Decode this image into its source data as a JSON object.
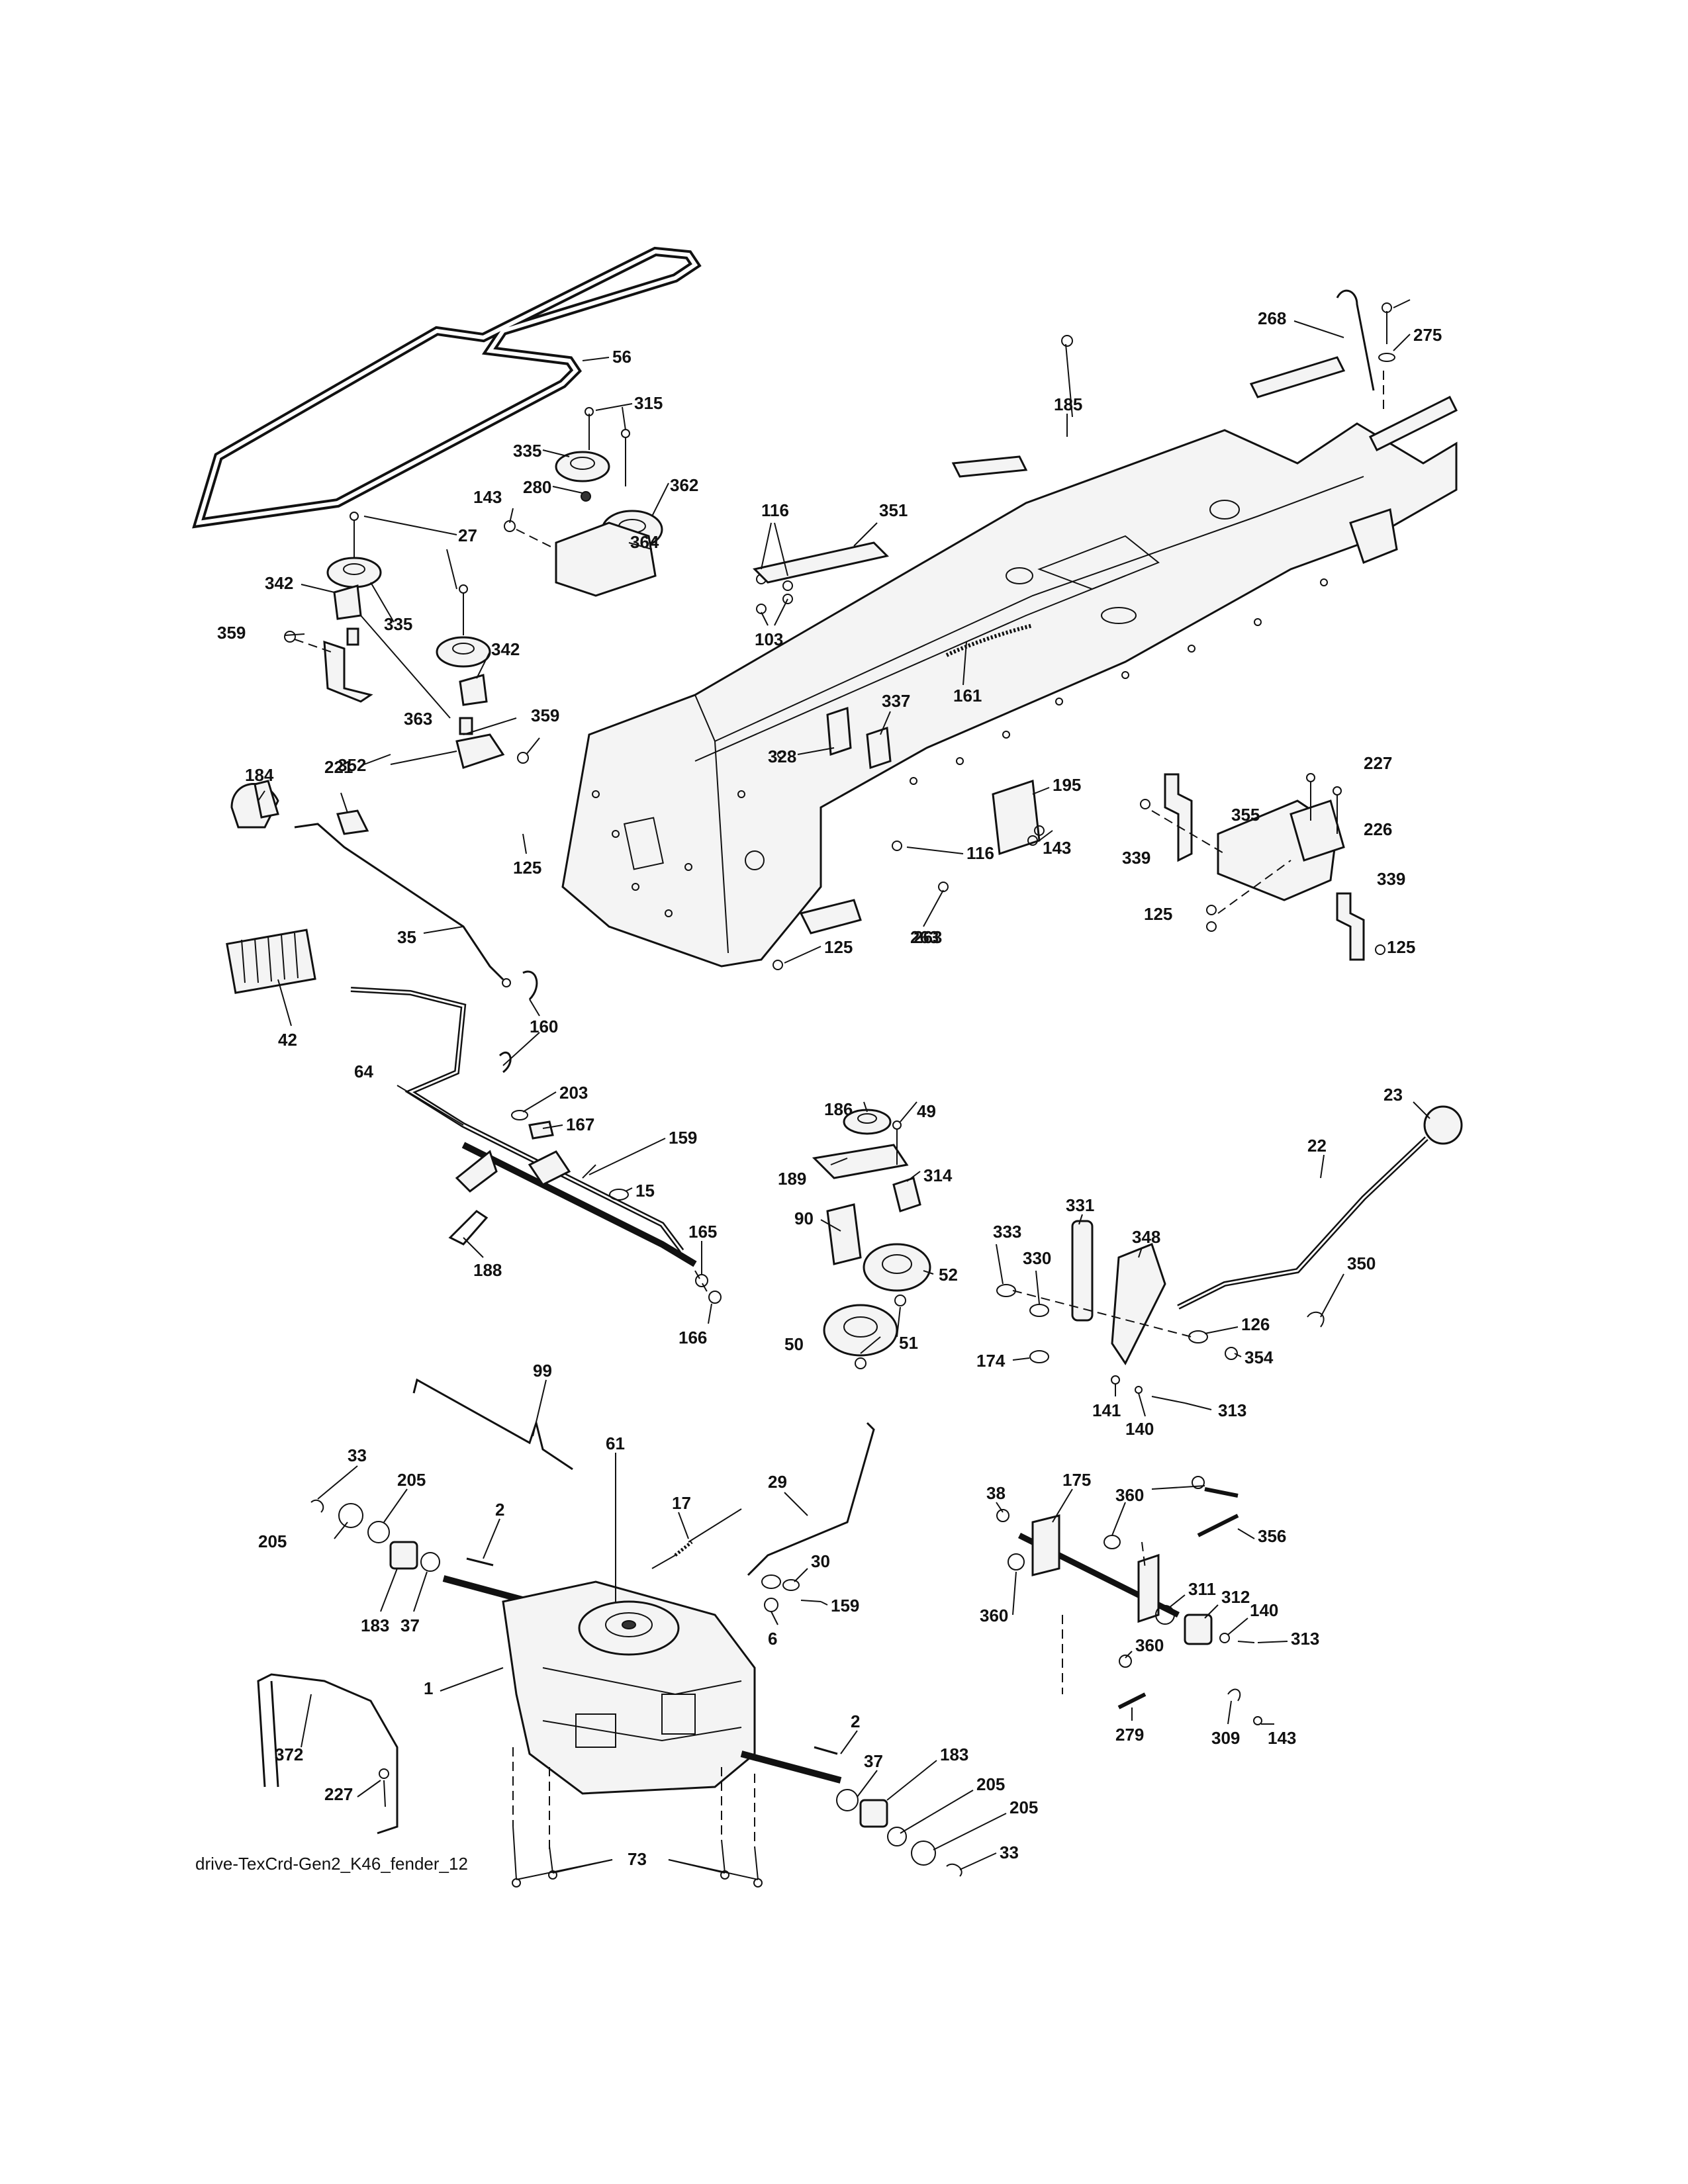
{
  "caption": "drive-TexCrd-Gen2_K46_fender_12",
  "callouts": [
    "56",
    "315",
    "335",
    "280",
    "362",
    "143",
    "364",
    "27",
    "342",
    "335",
    "359",
    "342",
    "363",
    "359",
    "352",
    "116",
    "351",
    "103",
    "185",
    "161",
    "337",
    "328",
    "263",
    "268",
    "275",
    "184",
    "221",
    "125",
    "195",
    "143",
    "116",
    "263",
    "125",
    "227",
    "226",
    "355",
    "339",
    "125",
    "339",
    "125",
    "42",
    "35",
    "160",
    "64",
    "203",
    "167",
    "159",
    "15",
    "188",
    "165",
    "166",
    "186",
    "49",
    "189",
    "314",
    "90",
    "52",
    "50",
    "51",
    "23",
    "22",
    "333",
    "331",
    "330",
    "348",
    "350",
    "126",
    "354",
    "174",
    "141",
    "140",
    "313",
    "99",
    "33",
    "205",
    "205",
    "183",
    "37",
    "2",
    "17",
    "61",
    "29",
    "30",
    "159",
    "6",
    "38",
    "175",
    "360",
    "356",
    "360",
    "311",
    "312",
    "140",
    "313",
    "360",
    "279",
    "309",
    "143",
    "1",
    "372",
    "227",
    "2",
    "37",
    "183",
    "205",
    "205",
    "33",
    "73"
  ]
}
